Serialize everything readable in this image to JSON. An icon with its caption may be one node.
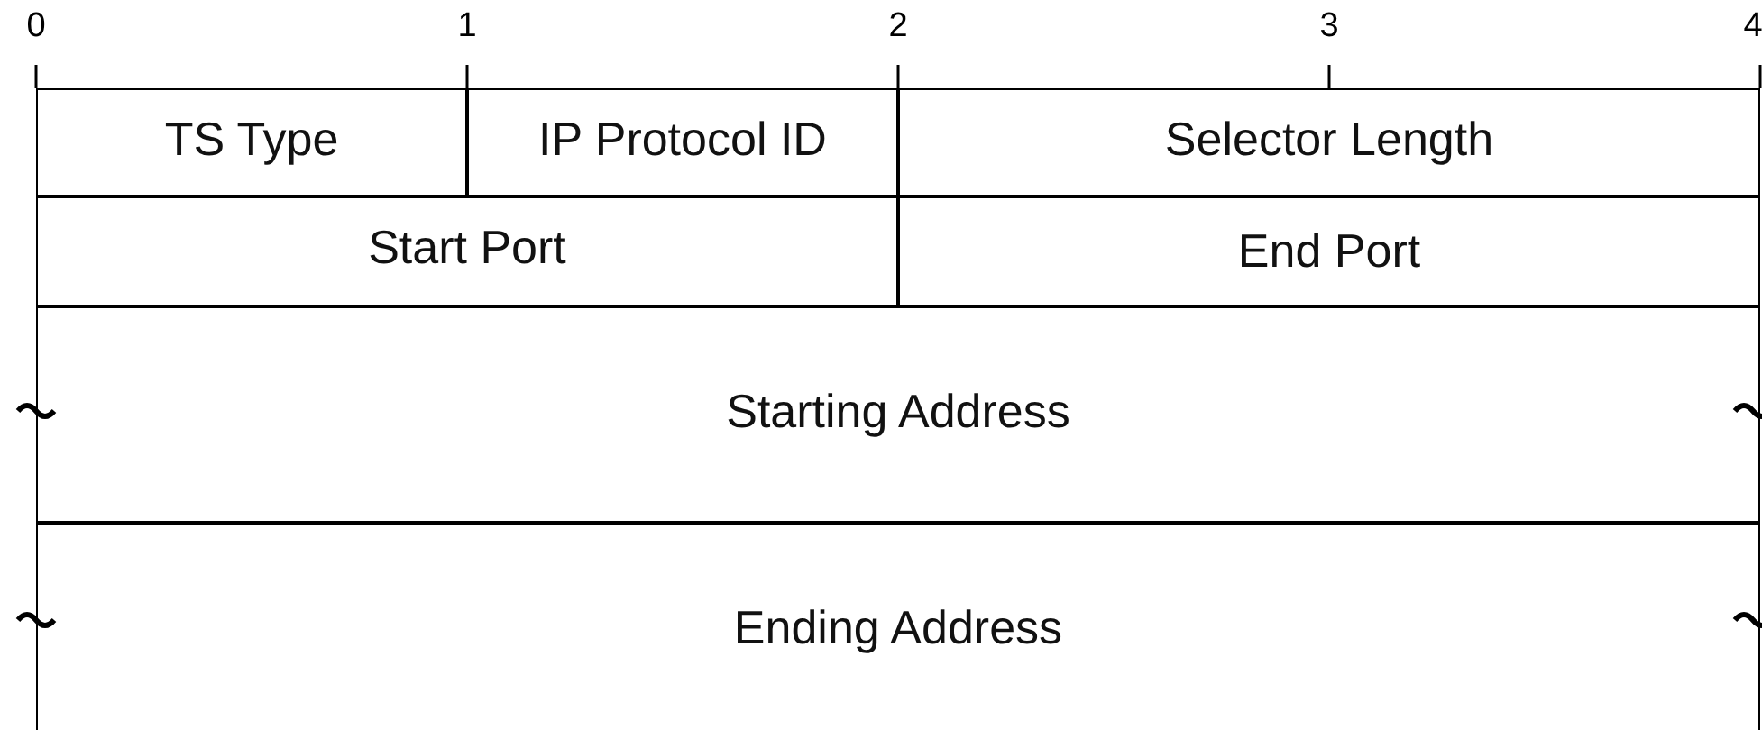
{
  "diagram": {
    "nodes": [
      {
        "text": [
          "TS Type"
        ]
      },
      {
        "text": [
          "IP Protocol ID"
        ]
      },
      {
        "text": [
          "Selector Length"
        ]
      },
      {
        "text": [
          "Start Port"
        ]
      },
      {
        "text": [
          "End Port"
        ]
      },
      {
        "text": [
          "Starting Address"
        ]
      },
      {
        "text": [
          "Ending Address"
        ]
      }
    ],
    "labels": [
      "0",
      "1",
      "2",
      "3",
      "4"
    ]
  }
}
